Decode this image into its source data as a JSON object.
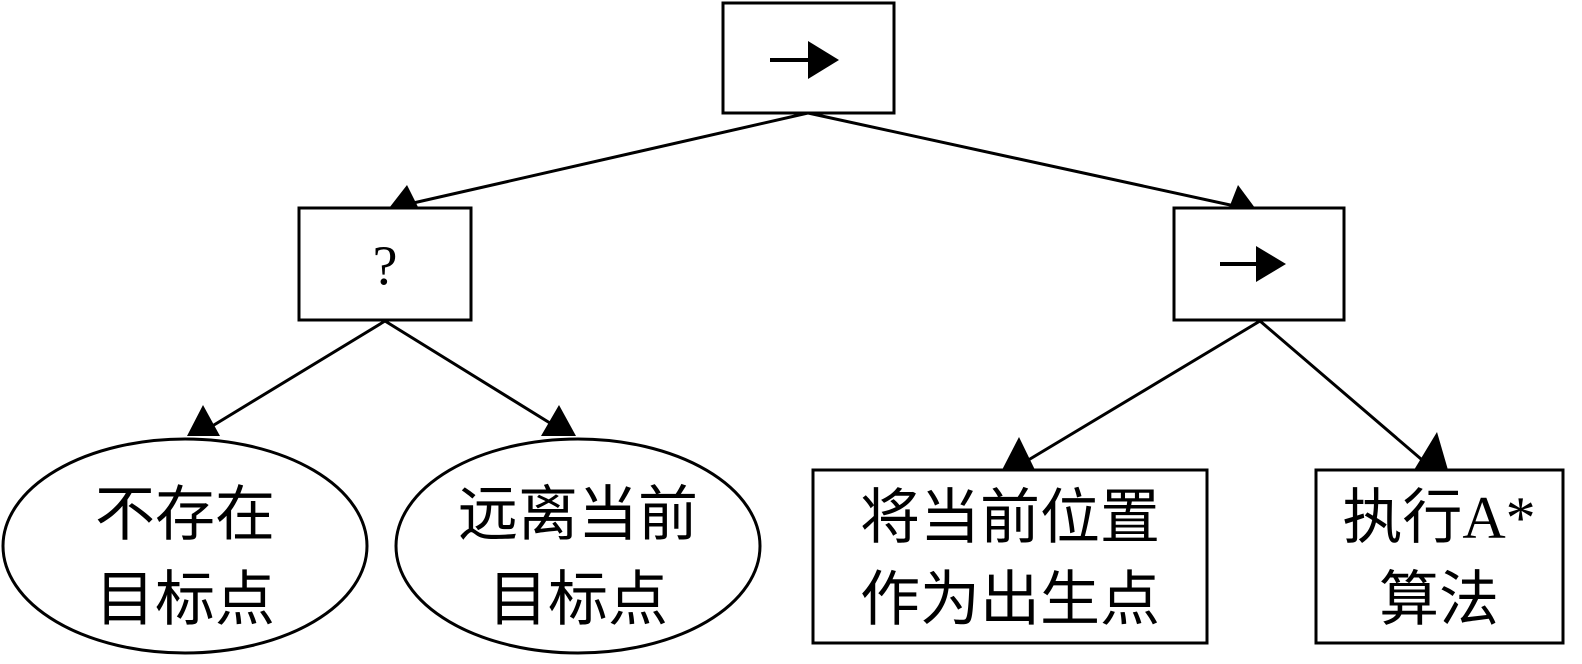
{
  "tree": {
    "root": {
      "symbol": "→",
      "symbol_name": "sequence-arrow-icon",
      "kind": "sequence"
    },
    "selector": {
      "symbol": "?",
      "kind": "selector"
    },
    "sequence2": {
      "symbol": "→",
      "symbol_name": "sequence-arrow-icon",
      "kind": "sequence"
    },
    "conditions": [
      {
        "lines": [
          "不存在",
          "目标点"
        ],
        "shape": "ellipse"
      },
      {
        "lines": [
          "远离当前",
          "目标点"
        ],
        "shape": "ellipse"
      }
    ],
    "actions": [
      {
        "lines": [
          "将当前位置",
          "作为出生点"
        ],
        "shape": "rectangle"
      },
      {
        "lines": [
          "执行A*",
          "算法"
        ],
        "shape": "rectangle"
      }
    ]
  }
}
